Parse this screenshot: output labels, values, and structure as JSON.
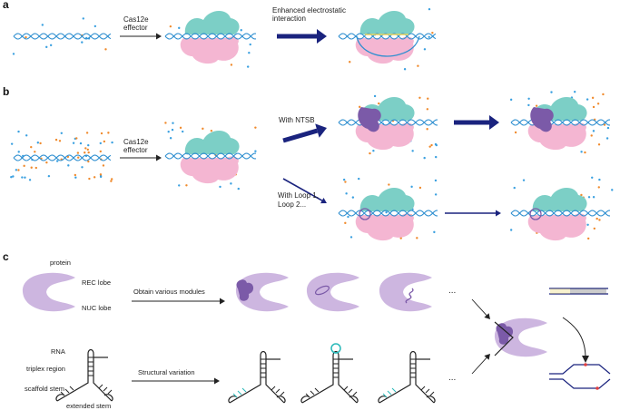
{
  "panels": {
    "a": "a",
    "b": "b",
    "c": "c"
  },
  "panel_a": {
    "arrow1_line1": "Cas12e",
    "arrow1_line2": "effector",
    "arrow2_line1": "Enhanced electrostatic",
    "arrow2_line2": "interaction"
  },
  "panel_b": {
    "arrow1_line1": "Cas12e",
    "arrow1_line2": "effector",
    "upper_label": "With NTSB",
    "lower_line1": "With Loop 1,",
    "lower_line2": "Loop 2..."
  },
  "panel_c": {
    "protein": "protein",
    "rec_lobe": "REC lobe",
    "nuc_lobe": "NUC lobe",
    "obtain": "Obtain various modules",
    "rna": "RNA",
    "triplex": "triplex region",
    "scaffold": "scaffold stem",
    "extended": "extended stem",
    "structural": "Structural variation",
    "ellipsis_top": "...",
    "ellipsis_bottom": "..."
  },
  "colors": {
    "dna": "#2f8fd0",
    "green": "#7ccfc6",
    "pink": "#f4b6d2",
    "purple_light": "#cdb6e0",
    "purple_dark": "#7b5aa8",
    "navy": "#1a237e",
    "orange_dot": "#f08a2c",
    "blue_dot": "#3aa0e0",
    "rna": "#222222",
    "cyan_mod": "#26b8b8",
    "yellow": "#e8d35c"
  }
}
